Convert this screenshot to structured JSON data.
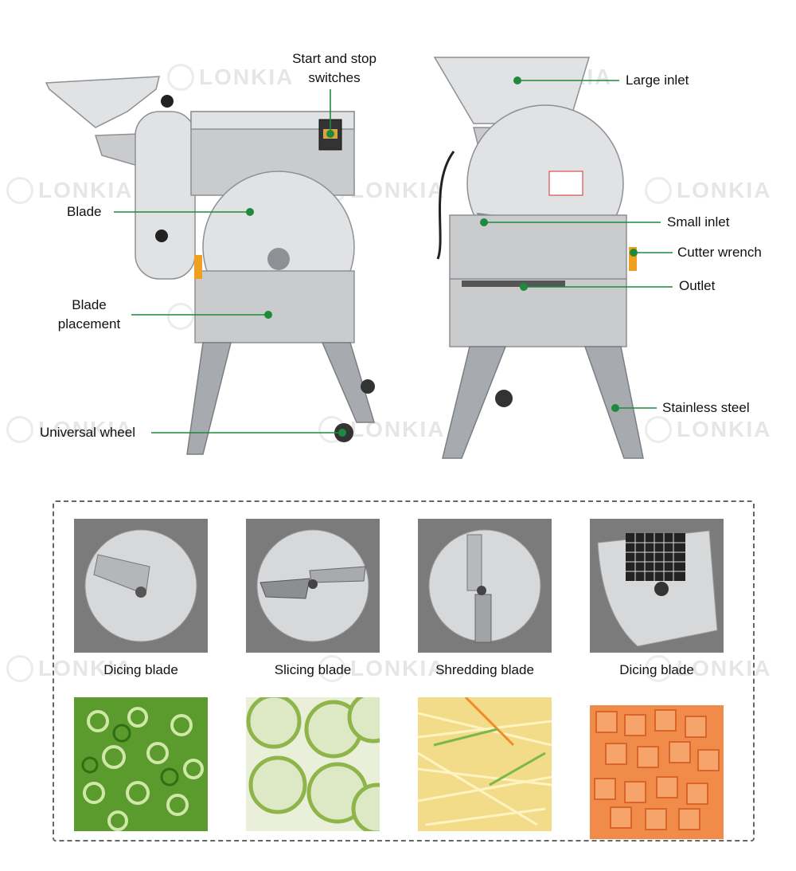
{
  "brand": {
    "watermark_text": "LONKIA"
  },
  "callouts": {
    "start_stop": {
      "line1": "Start and stop",
      "line2": "switches"
    },
    "blade": "Blade",
    "blade_placement": {
      "line1": "Blade",
      "line2": "placement"
    },
    "universal_wheel": "Universal wheel",
    "large_inlet": "Large inlet",
    "small_inlet": "Small inlet",
    "cutter_wrench": "Cutter wrench",
    "outlet": "Outlet",
    "stainless_steel": "Stainless steel"
  },
  "blades": [
    {
      "caption": "Dicing blade",
      "food": "green onion slices"
    },
    {
      "caption": "Slicing blade",
      "food": "zucchini slices"
    },
    {
      "caption": "Shredding blade",
      "food": "potato shreds"
    },
    {
      "caption": "Dicing blade",
      "food": "carrot cubes"
    }
  ],
  "colors": {
    "leader_green": "#1f8a3e",
    "steel": "#c9cbcd",
    "tile_bg": "#7b7b7b"
  }
}
